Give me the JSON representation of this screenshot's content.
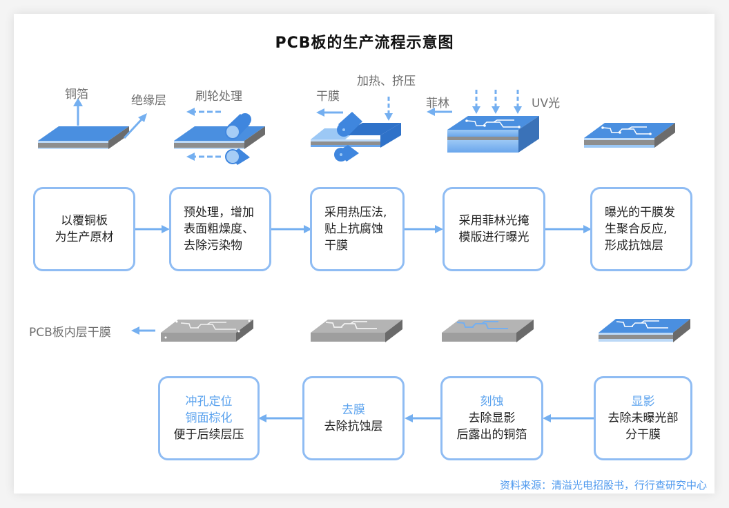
{
  "title": "PCB板的生产流程示意图",
  "colors": {
    "accent_blue": "#5aa2ee",
    "box_border": "#8fbcf3",
    "arrow": "#74aff0",
    "copper_blue": "#4a8fe0",
    "board_gray": "#9a9a9a",
    "label_gray": "#6f6f6f",
    "source_blue": "#4d98ee"
  },
  "top_illustrations": {
    "labels": {
      "copper_foil": "铜箔",
      "insulation": "绝缘层",
      "brushing": "刷轮处理",
      "dry_film": "干膜",
      "heat_press": "加热、挤压",
      "film_mask": "菲林",
      "uv_light": "UV光"
    }
  },
  "top_flow": [
    {
      "lines": [
        "以覆铜板",
        "为生产原材"
      ]
    },
    {
      "lines": [
        "预处理，增加",
        "表面粗燥度、",
        "去除污染物"
      ]
    },
    {
      "lines": [
        "采用热压法,",
        "贴上抗腐蚀",
        "干膜"
      ]
    },
    {
      "lines": [
        "采用菲林光掩",
        "模版进行曝光"
      ]
    },
    {
      "lines": [
        "曝光的干膜发",
        "生聚合反应,",
        "形成抗蚀层"
      ]
    }
  ],
  "bottom_illustrations": {
    "result_label": "PCB板内层干膜"
  },
  "bottom_flow": [
    {
      "title_lines": [
        "冲孔定位",
        "铜面棕化"
      ],
      "lines": [
        "便于后续层压"
      ]
    },
    {
      "title_lines": [
        "去膜"
      ],
      "lines": [
        "去除抗蚀层"
      ]
    },
    {
      "title_lines": [
        "刻蚀"
      ],
      "lines": [
        "去除显影",
        "后露出的铜箔"
      ]
    },
    {
      "title_lines": [
        "显影"
      ],
      "lines": [
        "去除未曝光部",
        "分干膜"
      ]
    }
  ],
  "source": "资料来源：清溢光电招股书，行行查研究中心"
}
